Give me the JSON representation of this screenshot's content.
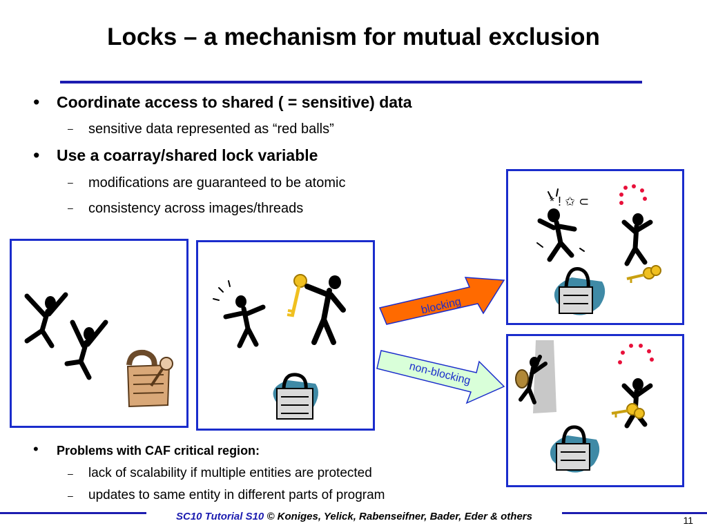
{
  "slide": {
    "title": "Locks – a mechanism for mutual exclusion",
    "bullets": [
      {
        "text": "Coordinate access to shared ( = sensitive) data",
        "sub": [
          "sensitive data represented as “red balls”"
        ]
      },
      {
        "text": "Use a coarray/shared lock variable",
        "sub": [
          "modifications are guaranteed to be atomic",
          "consistency across images/threads"
        ]
      }
    ],
    "problems": {
      "text": "Problems with CAF critical region:",
      "sub": [
        "lack of scalability if multiple entities are protected",
        "updates to same entity in different parts of program"
      ]
    },
    "bullet_char": "•",
    "dash_char": "–"
  },
  "arrows": {
    "blocking": {
      "label": "blocking",
      "color": "#ff6a00"
    },
    "non_blocking": {
      "label": "non-blocking",
      "color": "#d9ffd9"
    }
  },
  "footer": {
    "course": "SC10 Tutorial S10",
    "authors": " © Koniges, Yelick, Rabenseifner, Bader, Eder & others",
    "page": "11"
  },
  "colors": {
    "accent": "#1c1cb0",
    "panel_border": "#1a2ccc",
    "red_ball": "#e8103a",
    "lock_blob": "#3f8aa6",
    "key": "#f0c020"
  }
}
